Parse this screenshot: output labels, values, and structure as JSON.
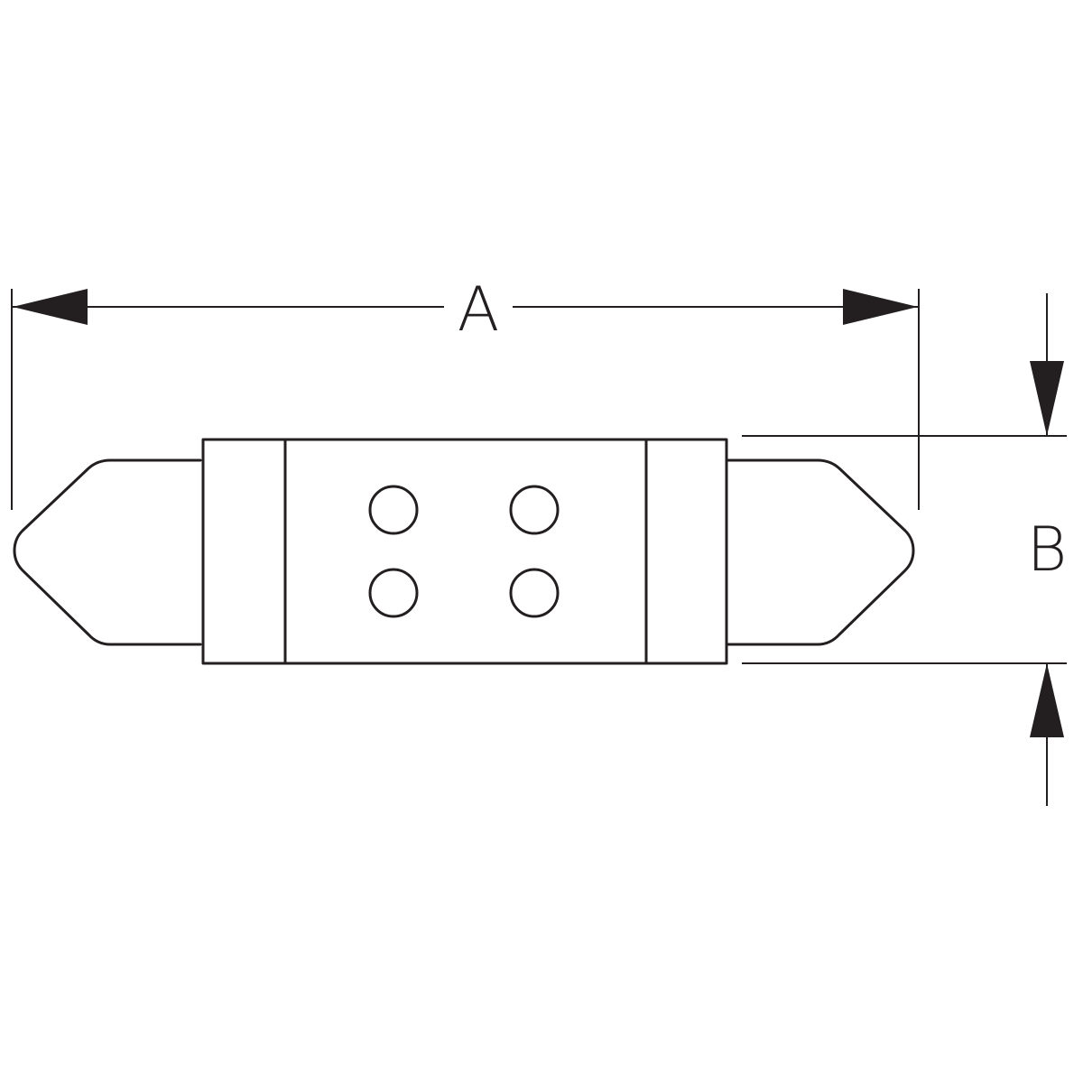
{
  "dimensions": {
    "length_label": "A",
    "diameter_label": "B"
  },
  "part": {
    "led_count": 4
  },
  "colors": {
    "line": "#231f20",
    "background": "#ffffff"
  }
}
